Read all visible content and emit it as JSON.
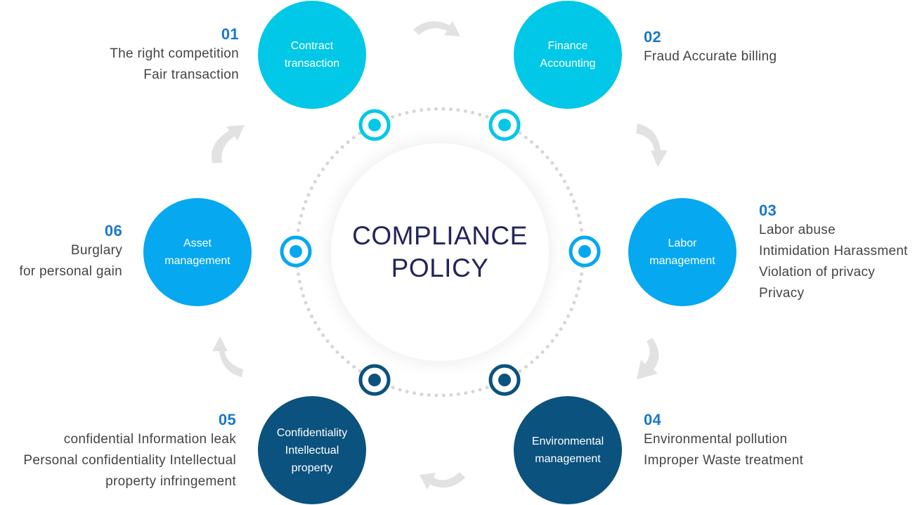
{
  "center": {
    "title": "COMPLIANCE\nPOLICY",
    "text_color": "#24245c"
  },
  "colors": {
    "cyan": "#00c8e6",
    "sky": "#06a8f0",
    "navy": "#0b527e",
    "number": "#1a78c8",
    "arrow": "#e2e2e2",
    "ring_dots": "#d6d6d6"
  },
  "nodes": [
    {
      "id": "01",
      "label": "Contract\ntransaction",
      "color": "#00c8e6",
      "items": [
        "The right competition",
        "Fair transaction"
      ]
    },
    {
      "id": "02",
      "label": "Finance\nAccounting",
      "color": "#00c8e6",
      "items": [
        "Fraud Accurate billing"
      ]
    },
    {
      "id": "03",
      "label": "Labor\nmanagement",
      "color": "#06a8f0",
      "items": [
        "Labor abuse",
        "Intimidation Harassment",
        "Violation of privacy",
        "Privacy"
      ]
    },
    {
      "id": "04",
      "label": "Environmental\nmanagement",
      "color": "#0b527e",
      "items": [
        "Environmental pollution",
        "Improper Waste treatment"
      ]
    },
    {
      "id": "05",
      "label": "Confidentiality\nIntellectual\nproperty",
      "color": "#0b527e",
      "items": [
        "confidential Information leak",
        "Personal confidentiality Intellectual",
        "property infringement"
      ]
    },
    {
      "id": "06",
      "label": "Asset\nmanagement",
      "color": "#06a8f0",
      "items": [
        "Burglary",
        "for personal gain"
      ]
    }
  ],
  "icons": {
    "ring_markers": "target-icon",
    "flow_arrows": "curved-arrow-icon"
  }
}
